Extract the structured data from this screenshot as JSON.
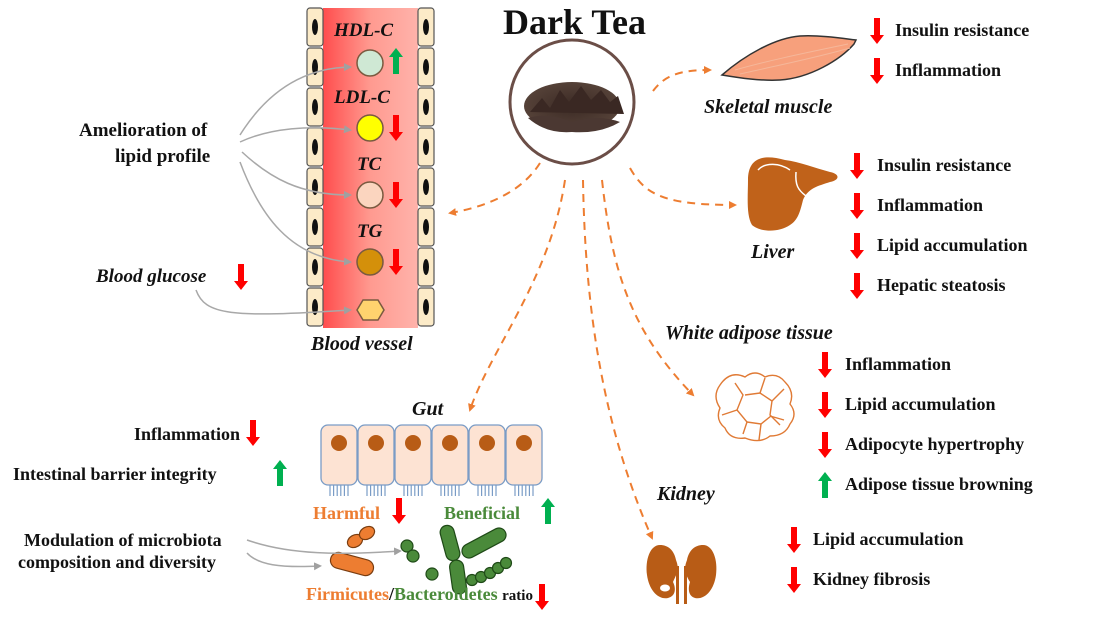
{
  "title": "Dark Tea",
  "colors": {
    "down_arrow": "#ff0000",
    "up_arrow": "#00b050",
    "connector": "#ed7d31",
    "organ": "#b85c16",
    "blood": "#ff6b6b",
    "harmful": "#ed7d31",
    "beneficial": "#4a8a3a"
  },
  "blood_vessel": {
    "label": "Blood vessel",
    "lipids": [
      {
        "name": "HDL-C",
        "direction": "up"
      },
      {
        "name": "LDL-C",
        "direction": "down"
      },
      {
        "name": "TC",
        "direction": "down"
      },
      {
        "name": "TG",
        "direction": "down"
      }
    ],
    "effects": [
      {
        "label": "Amelioration of lipid profile",
        "line1": "Amelioration of",
        "line2": "lipid profile"
      },
      {
        "label": "Blood glucose",
        "direction": "down"
      }
    ]
  },
  "skeletal_muscle": {
    "label": "Skeletal muscle",
    "effects": [
      {
        "label": "Insulin resistance",
        "direction": "down"
      },
      {
        "label": "Inflammation",
        "direction": "down"
      }
    ]
  },
  "liver": {
    "label": "Liver",
    "effects": [
      {
        "label": "Insulin resistance",
        "direction": "down"
      },
      {
        "label": "Inflammation",
        "direction": "down"
      },
      {
        "label": "Lipid accumulation",
        "direction": "down"
      },
      {
        "label": "Hepatic steatosis",
        "direction": "down"
      }
    ]
  },
  "white_adipose_tissue": {
    "label": "White adipose tissue",
    "effects": [
      {
        "label": "Inflammation",
        "direction": "down"
      },
      {
        "label": "Lipid accumulation",
        "direction": "down"
      },
      {
        "label": "Adipocyte hypertrophy",
        "direction": "down"
      },
      {
        "label": "Adipose tissue browning",
        "direction": "up"
      }
    ]
  },
  "kidney": {
    "label": "Kidney",
    "effects": [
      {
        "label": "Lipid accumulation",
        "direction": "down"
      },
      {
        "label": "Kidney fibrosis",
        "direction": "down"
      }
    ]
  },
  "gut": {
    "label": "Gut",
    "effects": [
      {
        "label": "Inflammation",
        "direction": "down"
      },
      {
        "label": "Intestinal barrier integrity",
        "direction": "up"
      },
      {
        "label": "Modulation of microbiota composition and diversity",
        "line1": "Modulation of microbiota",
        "line2": "composition and diversity"
      }
    ],
    "harmful": {
      "label": "Harmful",
      "direction": "down"
    },
    "beneficial": {
      "label": "Beneficial",
      "direction": "up"
    },
    "ratio": {
      "firmicutes": "Firmicutes",
      "slash": "/",
      "bacteroidetes": "Bacteroidetes",
      "suffix": "ratio",
      "direction": "down"
    }
  }
}
